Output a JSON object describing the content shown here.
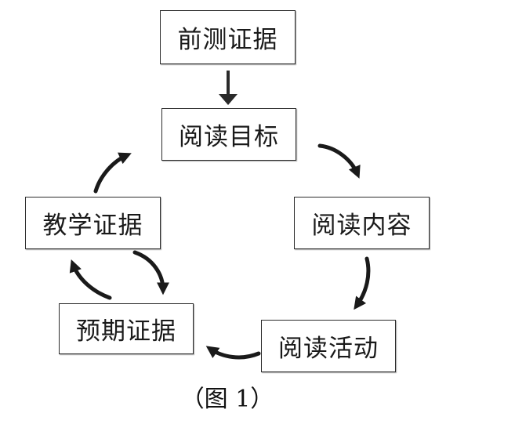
{
  "nodes": {
    "pretest": "前测证据",
    "goal": "阅读目标",
    "content": "阅读内容",
    "activity": "阅读活动",
    "expected": "预期证据",
    "teaching": "教学证据"
  },
  "caption": "（图 1）"
}
